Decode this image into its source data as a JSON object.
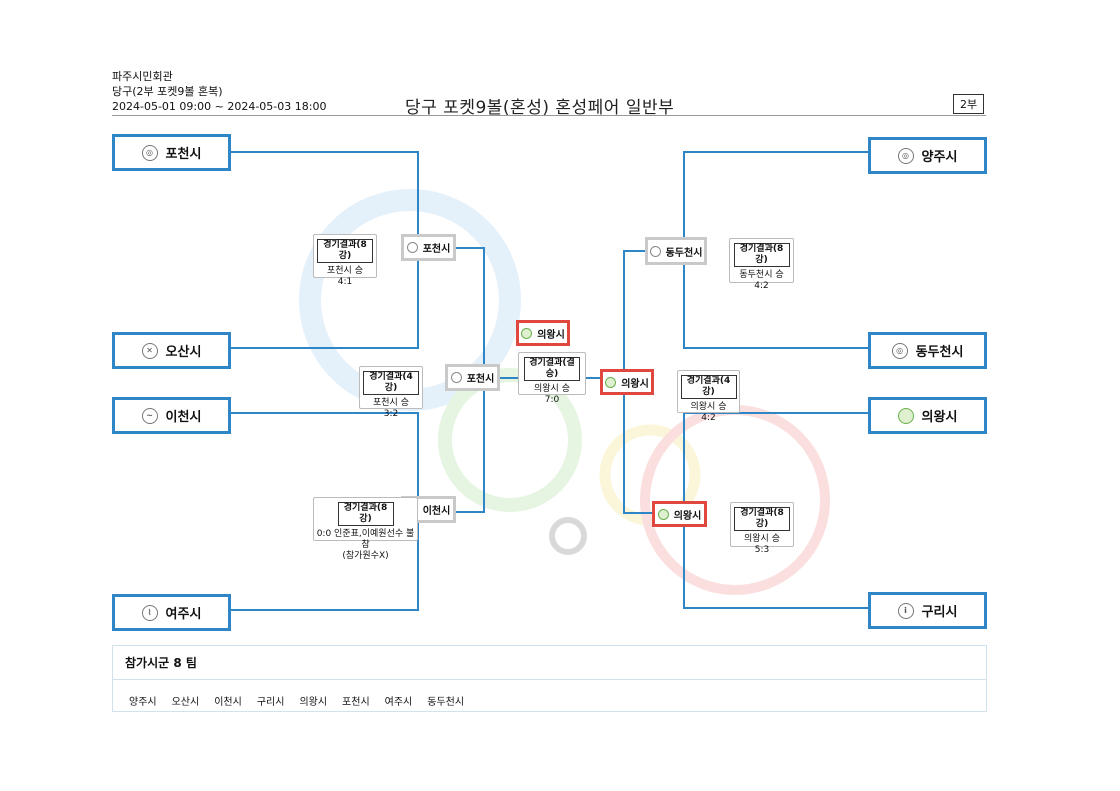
{
  "header": {
    "venue": "파주시민회관",
    "event": "당구(2부 포켓9볼 혼복)",
    "dates": "2024-05-01 09:00 ~ 2024-05-03 18:00",
    "title": "당구 포켓9볼(혼성) 혼성페어 일반부",
    "division": "2부"
  },
  "bracket": {
    "left_teams": [
      "포천시",
      "오산시",
      "이천시",
      "여주시"
    ],
    "right_teams": [
      "양주시",
      "동두천시",
      "의왕시",
      "구리시"
    ],
    "matches": {
      "l_r1_top": {
        "winner": "포천시",
        "label": "경기결과(8강)",
        "line1": "포천시 승",
        "line2": "4:1"
      },
      "l_r1_bot": {
        "winner": "이천시",
        "label": "경기결과(8강)",
        "line1": "0:0 인준표,이예원선수 불참",
        "line2": "(참가원수X)"
      },
      "l_semi": {
        "winner": "포천시",
        "label": "경기결과(4강)",
        "line1": "포천시 승",
        "line2": "3:2"
      },
      "final": {
        "winner": "의왕시",
        "label": "경기결과(결승)",
        "line1": "의왕시 승",
        "line2": "7:0"
      },
      "r_semi": {
        "winner": "의왕시",
        "label": "경기결과(4강)",
        "line1": "의왕시 승",
        "line2": "4:2"
      },
      "r_r1_top": {
        "winner": "동두천시",
        "label": "경기결과(8강)",
        "line1": "동두천시 승",
        "line2": "4:2"
      },
      "r_r1_bot": {
        "winner": "의왕시",
        "label": "경기결과(8강)",
        "line1": "의왕시 승",
        "line2": "5:3"
      }
    }
  },
  "participants": {
    "title": "참가시군 8 팀",
    "list": [
      "양주시",
      "오산시",
      "이천시",
      "구리시",
      "의왕시",
      "포천시",
      "여주시",
      "동두천시"
    ]
  },
  "colors": {
    "line": "#2f86c7",
    "winner": "#e0473f",
    "box": "#c9c9c9"
  }
}
